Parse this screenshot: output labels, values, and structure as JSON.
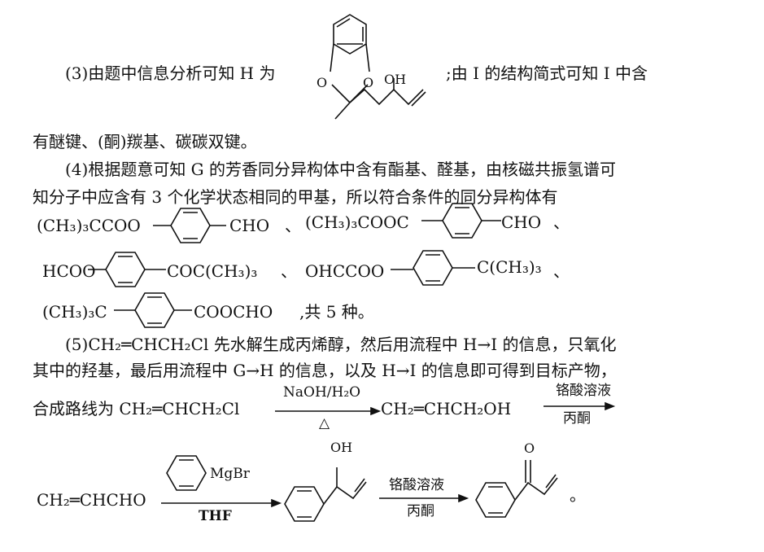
{
  "part3": {
    "lead": "(3)由题中信息分析可知 H 为",
    "structure_labels": {
      "o1": "O",
      "o2": "O",
      "oh": "OH"
    },
    "tail": ";由 I 的结构简式可知 I 中含",
    "line2": "有醚键、(酮)羰基、碳碳双键。"
  },
  "part4": {
    "line1": "(4)根据题意可知 G 的芳香同分异构体中含有酯基、醛基，由核磁共振氢谱可",
    "line2": "知分子中应含有 3 个化学状态相同的甲基，所以符合条件的同分异构体有",
    "isomers": [
      {
        "left": "(CH₃)₃CCOO",
        "right": "CHO",
        "sep": "、"
      },
      {
        "left": "(CH₃)₃COOC",
        "right": "CHO",
        "sep": "、"
      },
      {
        "left": "HCOO",
        "right": "COC(CH₃)₃",
        "sep": "、"
      },
      {
        "left": "OHCCOO",
        "right": "C(CH₃)₃",
        "sep": "、"
      },
      {
        "left": "(CH₃)₃C",
        "right": "COOCHO",
        "sep": ",共 5 种。"
      }
    ]
  },
  "part5": {
    "line1": "(5)CH₂═CHCH₂Cl 先水解生成丙烯醇，然后用流程中 H→I 的信息，只氧化",
    "line2": "其中的羟基，最后用流程中 G→H 的信息，以及 H→I 的信息即可得到目标产物，",
    "route_lead": "合成路线为 CH₂═CHCH₂Cl",
    "step1_above": "NaOH/H₂O",
    "step1_below": "△",
    "intermediate1": "CH₂═CHCH₂OH",
    "step2_above": "铬酸溶液",
    "step2_below": "丙酮",
    "intermediate2": "CH₂═CHCHO",
    "grignard_label": "MgBr",
    "step3_below": "THF",
    "alcohol_oh": "OH",
    "step4_above": "铬酸溶液",
    "step4_below": "丙酮",
    "ketone_o": "O",
    "end": "。"
  }
}
